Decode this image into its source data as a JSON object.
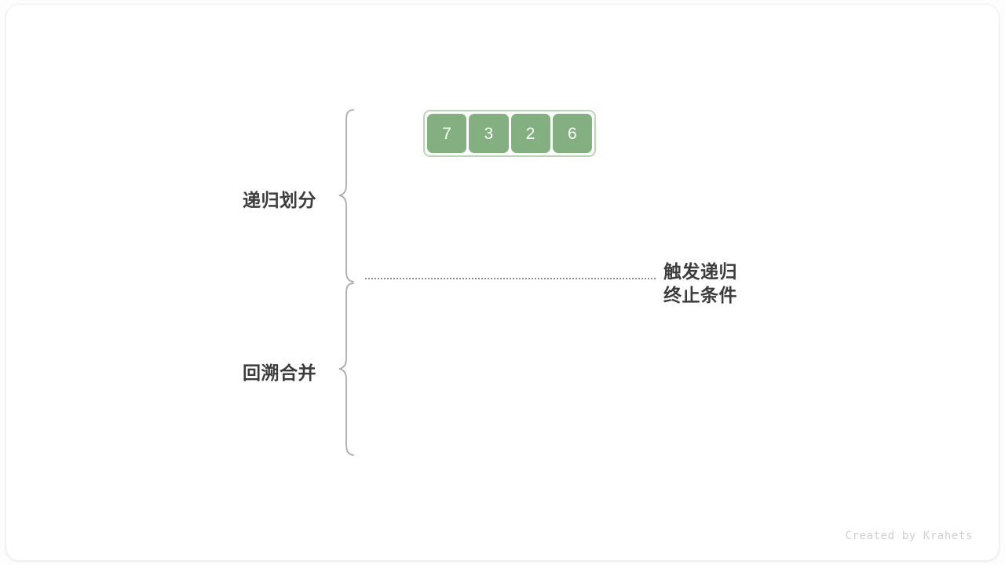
{
  "diagram": {
    "title": "merge-sort-recursive-partition-and-backtrack-merge",
    "array": {
      "values": [
        "7",
        "3",
        "2",
        "6"
      ],
      "cell_color": "#84b081",
      "wrapper_border_color": "#b9d6b4",
      "value_color": "#ffffff"
    },
    "sections": [
      {
        "label": "递归划分",
        "brace": "brace-open-right"
      },
      {
        "label": "回溯合并",
        "brace": "brace-open-right"
      }
    ],
    "divider": {
      "style": "dotted",
      "color": "#8c8c8c"
    },
    "annotation": {
      "line1": "触发递归",
      "line2": "终止条件",
      "color": "#3c3c3c"
    },
    "credit": "Created by Krahets",
    "canvas": {
      "background": "#ffffff",
      "card_background": "#ffffff"
    }
  }
}
